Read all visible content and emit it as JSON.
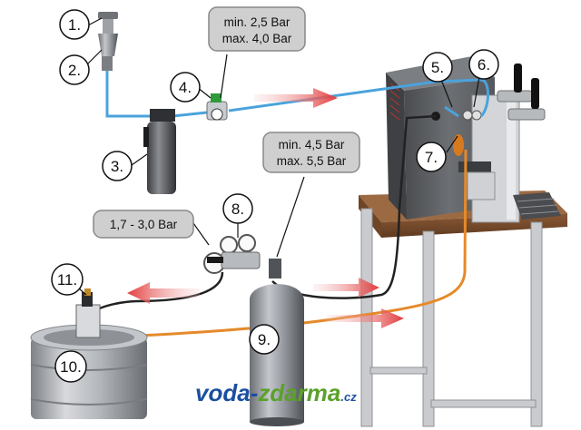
{
  "callouts": {
    "n1": "1.",
    "n2": "2.",
    "n3": "3.",
    "n4": "4.",
    "n5": "5.",
    "n6": "6.",
    "n7": "7.",
    "n8": "8.",
    "n9": "9.",
    "n10": "10.",
    "n11": "11."
  },
  "specs": {
    "reducer_line1": "min. 2,5 Bar",
    "reducer_line2": "max. 4,0 Bar",
    "co2_line1": "min. 4,5 Bar",
    "co2_line2": "max. 5,5 Bar",
    "keg_pressure": "1,7 - 3,0 Bar"
  },
  "logo": {
    "part1": "voda-",
    "part2": "zdarma",
    "part3": ".cz",
    "color_blue": "#1b4fa0",
    "color_green": "#5aa12a"
  },
  "colors": {
    "water_hose": "#4aa3dc",
    "beer_hose": "#e58a2a",
    "gas_hose": "#222222",
    "flow_arrow": "#e23b3b",
    "callout_box": "#cfcfcf"
  }
}
